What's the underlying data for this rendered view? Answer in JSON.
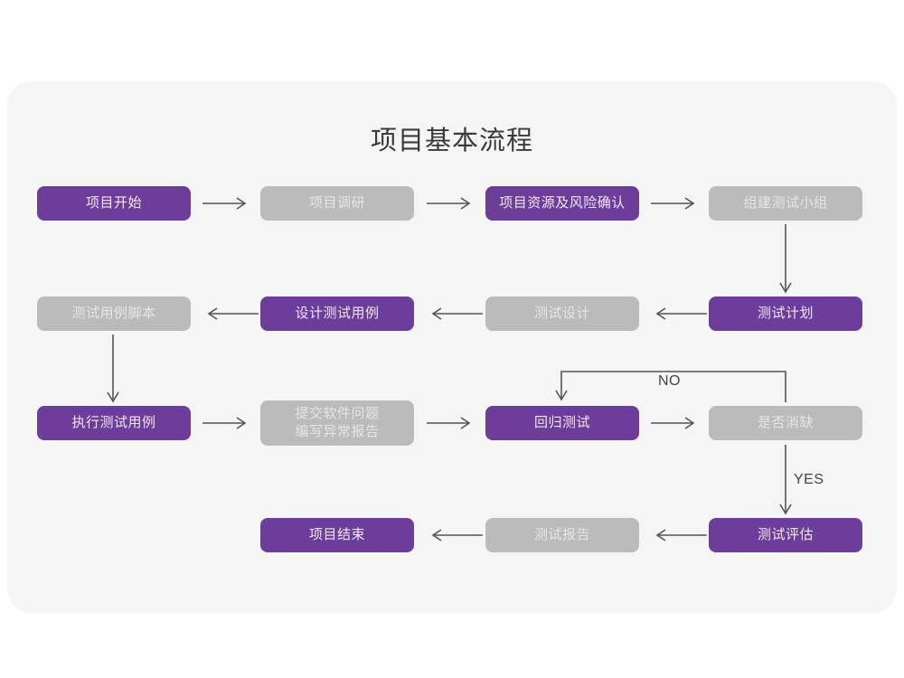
{
  "page": {
    "title": "项目基本流程",
    "background": "#ffffff",
    "card_background": "#f5f5f5"
  },
  "colors": {
    "accent_purple": "#6d3d9b",
    "muted_gray": "#bbbbbb",
    "purple_text": "#efe8f5",
    "gray_text": "#e6e6e6",
    "arrow": "#555555",
    "title_text": "#3a3a3a"
  },
  "chart_data": {
    "type": "diagram",
    "title": "项目基本流程",
    "nodes": [
      {
        "id": "n1",
        "label": "项目开始",
        "style": "purple",
        "row": 1,
        "col": 1
      },
      {
        "id": "n2",
        "label": "项目调研",
        "style": "gray",
        "row": 1,
        "col": 2
      },
      {
        "id": "n3",
        "label": "项目资源及风险确认",
        "style": "purple",
        "row": 1,
        "col": 3
      },
      {
        "id": "n4",
        "label": "组建测试小组",
        "style": "gray",
        "row": 1,
        "col": 4
      },
      {
        "id": "n5",
        "label": "测试用例脚本",
        "style": "gray",
        "row": 2,
        "col": 1
      },
      {
        "id": "n6",
        "label": "设计测试用例",
        "style": "purple",
        "row": 2,
        "col": 2
      },
      {
        "id": "n7",
        "label": "测试设计",
        "style": "gray",
        "row": 2,
        "col": 3
      },
      {
        "id": "n8",
        "label": "测试计划",
        "style": "purple",
        "row": 2,
        "col": 4
      },
      {
        "id": "n9",
        "label": "执行测试用例",
        "style": "purple",
        "row": 3,
        "col": 1
      },
      {
        "id": "n10",
        "label": "提交软件问题\n编写异常报告",
        "style": "gray",
        "row": 3,
        "col": 2
      },
      {
        "id": "n11",
        "label": "回归测试",
        "style": "purple",
        "row": 3,
        "col": 3
      },
      {
        "id": "n12",
        "label": "是否消缺",
        "style": "gray",
        "row": 3,
        "col": 4
      },
      {
        "id": "n13",
        "label": "项目结束",
        "style": "purple",
        "row": 4,
        "col": 2
      },
      {
        "id": "n14",
        "label": "测试报告",
        "style": "gray",
        "row": 4,
        "col": 3
      },
      {
        "id": "n15",
        "label": "测试评估",
        "style": "purple",
        "row": 4,
        "col": 4
      }
    ],
    "edges": [
      {
        "from": "n1",
        "to": "n2",
        "dir": "right",
        "label": ""
      },
      {
        "from": "n2",
        "to": "n3",
        "dir": "right",
        "label": ""
      },
      {
        "from": "n3",
        "to": "n4",
        "dir": "right",
        "label": ""
      },
      {
        "from": "n4",
        "to": "n8",
        "dir": "down",
        "label": ""
      },
      {
        "from": "n8",
        "to": "n7",
        "dir": "left",
        "label": ""
      },
      {
        "from": "n7",
        "to": "n6",
        "dir": "left",
        "label": ""
      },
      {
        "from": "n6",
        "to": "n5",
        "dir": "left",
        "label": ""
      },
      {
        "from": "n5",
        "to": "n9",
        "dir": "down",
        "label": ""
      },
      {
        "from": "n9",
        "to": "n10",
        "dir": "right",
        "label": ""
      },
      {
        "from": "n10",
        "to": "n11",
        "dir": "right",
        "label": ""
      },
      {
        "from": "n11",
        "to": "n12",
        "dir": "right",
        "label": ""
      },
      {
        "from": "n12",
        "to": "n11",
        "dir": "loop-up-left",
        "label": "NO"
      },
      {
        "from": "n12",
        "to": "n15",
        "dir": "down",
        "label": "YES"
      },
      {
        "from": "n15",
        "to": "n14",
        "dir": "left",
        "label": ""
      },
      {
        "from": "n14",
        "to": "n13",
        "dir": "left",
        "label": ""
      }
    ],
    "edge_labels": [
      "NO",
      "YES"
    ]
  }
}
